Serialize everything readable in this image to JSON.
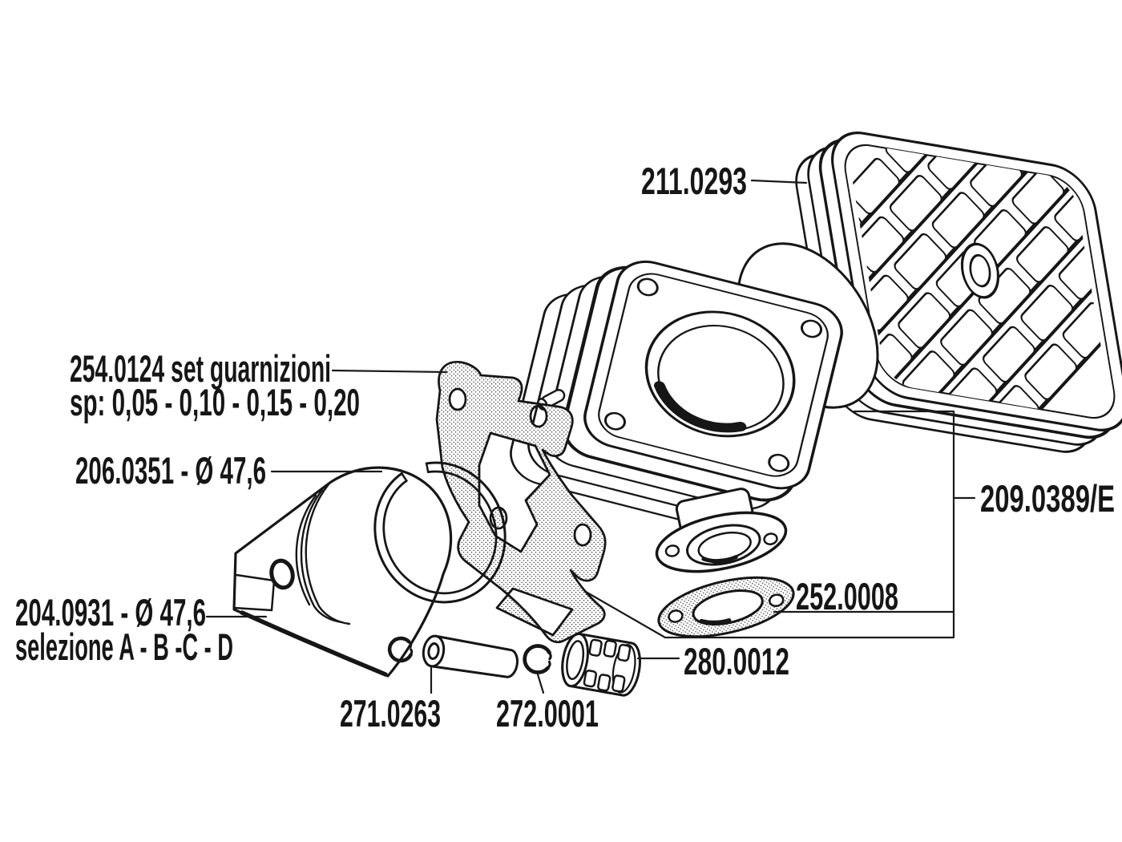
{
  "figure": {
    "kind": "exploded-parts-diagram",
    "background": "#ffffff",
    "ink": "#161616"
  },
  "parts": [
    {
      "id": "cylinder-head",
      "label": "211.0293"
    },
    {
      "id": "gasket-set",
      "label_line1": "254.0124 set guarnizioni",
      "label_line2": "sp: 0,05 - 0,10 - 0,15 - 0,20"
    },
    {
      "id": "piston-ring",
      "label": "206.0351 - Ø 47,6"
    },
    {
      "id": "piston",
      "label_line1": "204.0931 - Ø 47,6",
      "label_line2": "selezione A - B -C - D"
    },
    {
      "id": "cylinder-kit",
      "label": "209.0389/E"
    },
    {
      "id": "exhaust-gasket",
      "label": "252.0008"
    },
    {
      "id": "needle-bearing",
      "label": "280.0012"
    },
    {
      "id": "piston-pin",
      "label": "271.0263"
    },
    {
      "id": "circlip",
      "label": "272.0001"
    }
  ]
}
